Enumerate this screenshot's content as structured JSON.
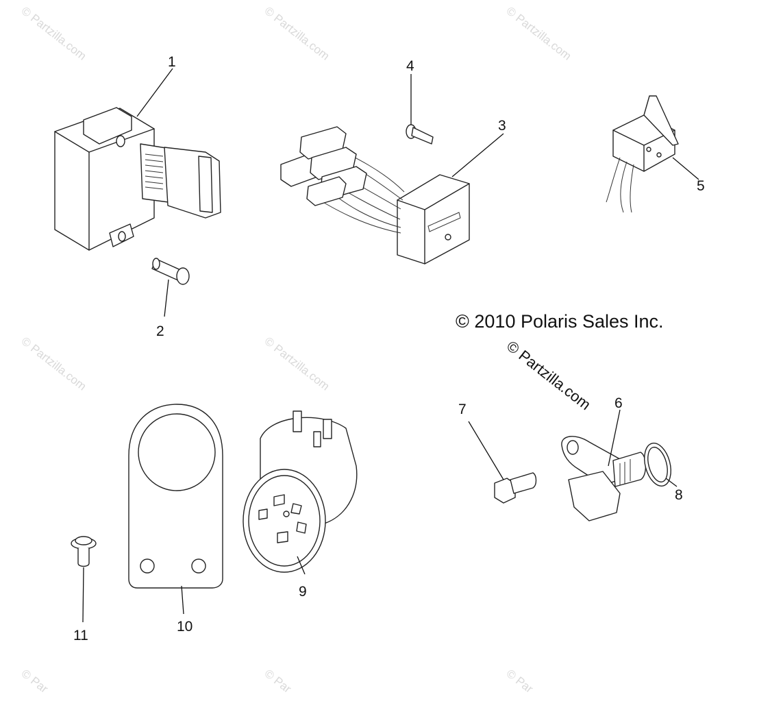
{
  "copyright": "© 2010 Polaris Sales Inc.",
  "watermark": "© Partzilla.com",
  "watermark_cut": "© Par",
  "callouts": [
    "1",
    "2",
    "3",
    "4",
    "5",
    "6",
    "7",
    "8",
    "9",
    "10",
    "11"
  ],
  "colors": {
    "line": "#222222",
    "watermark": "#d9d9d9",
    "background": "#ffffff"
  }
}
